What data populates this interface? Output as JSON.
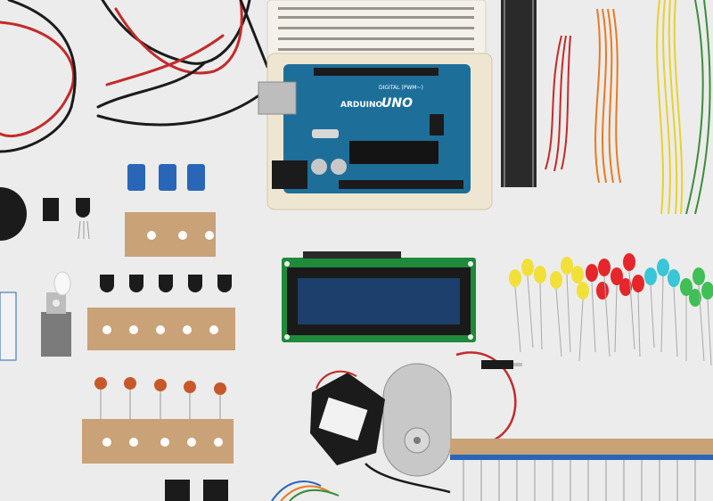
{
  "scene": {
    "description_kind": "photo",
    "colors": {
      "background": "#ececec",
      "breadboard": "#f4f1ea",
      "arduino_board": "#1d6f9a",
      "lcd_pcb": "#1e8a3a",
      "lcd_screen": "#1d3f6b",
      "tape": "#c9a277",
      "wire_red": "#c42a2a",
      "wire_orange": "#e97a20",
      "wire_yellow": "#e8d22a",
      "wire_green": "#3a8e3a",
      "led_yellow": "#f2e03a",
      "led_red": "#e5262a",
      "led_blue": "#39c6d6",
      "led_green": "#3fbf55",
      "capacitor_blue": "#2a66b8",
      "ceramic_cap": "#c8582a"
    }
  },
  "board": {
    "brand": "ARDUINO",
    "model": "UNO",
    "digital_label": "DIGITAL (PWM~)"
  }
}
